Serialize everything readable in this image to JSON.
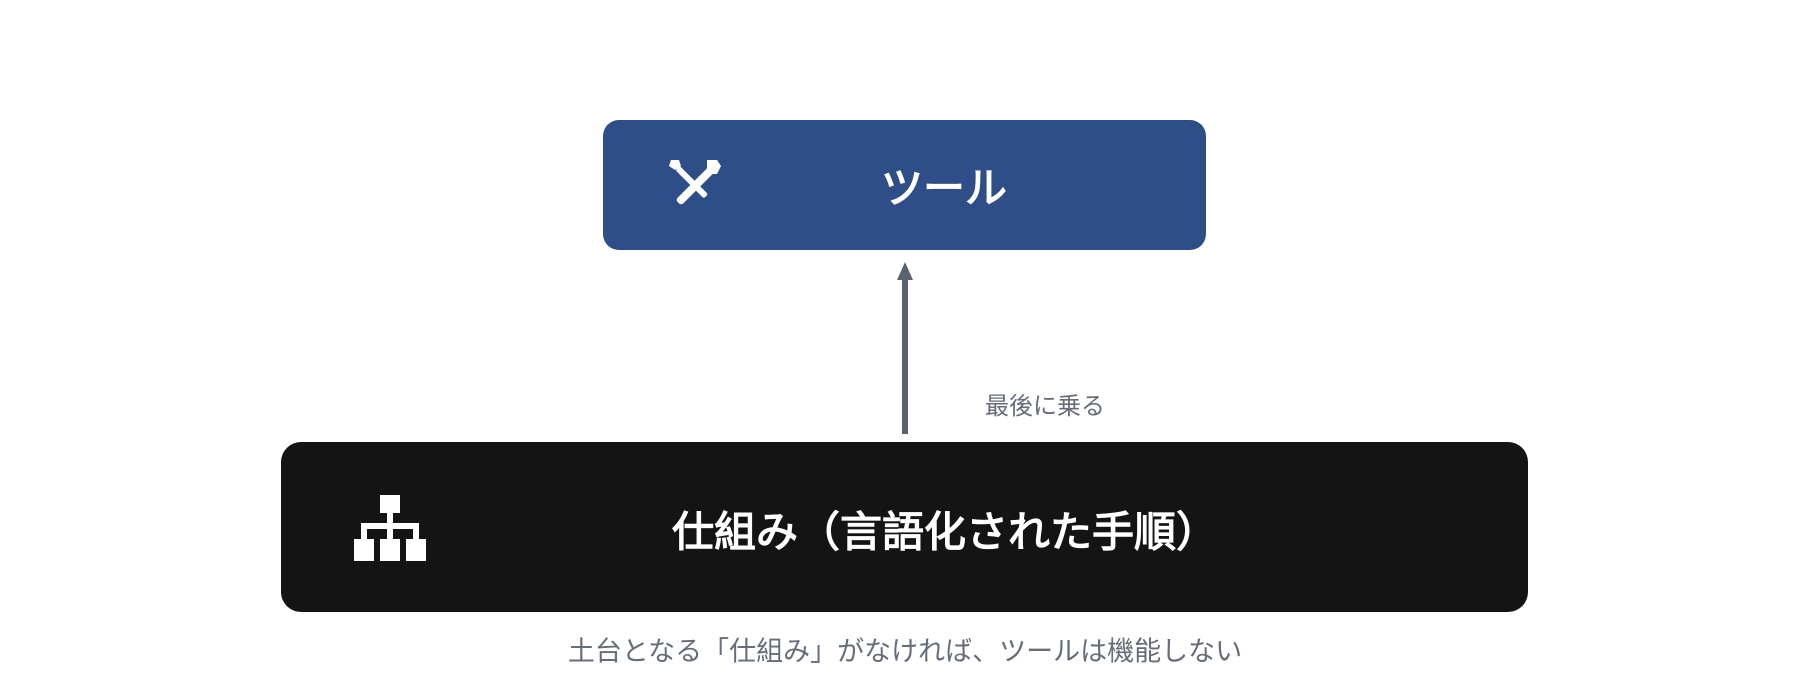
{
  "diagram": {
    "top_box": {
      "label": "ツール",
      "icon": "tools-icon",
      "color": "#2f4e87"
    },
    "bottom_box": {
      "label": "仕組み（言語化された手順）",
      "icon": "org-chart-icon",
      "color": "#141414"
    },
    "arrow": {
      "label": "最後に乗る",
      "direction": "up",
      "color": "#5a6270"
    },
    "caption": "土台となる「仕組み」がなければ、ツールは機能しない"
  }
}
